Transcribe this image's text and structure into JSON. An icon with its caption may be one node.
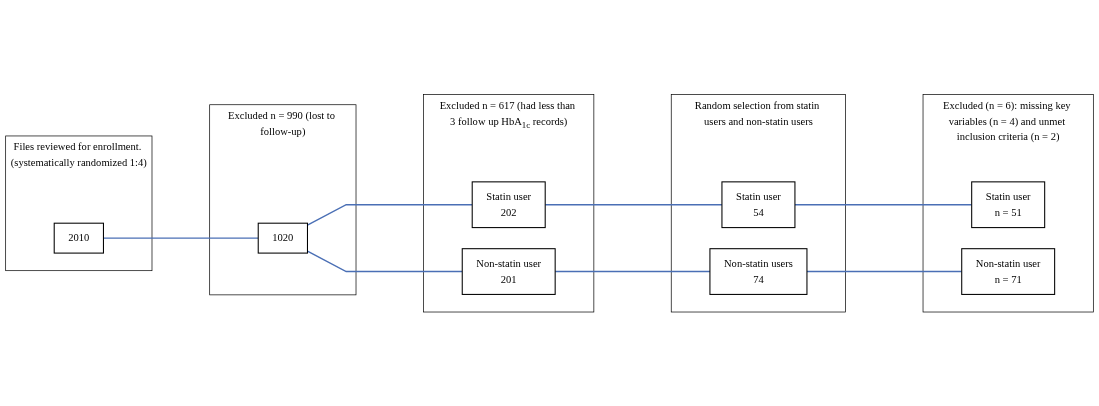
{
  "diagram": {
    "nodes": [
      {
        "text": [
          "Files reviewed for enrollment. (systematically randomized 1:4)"
        ]
      },
      {
        "text": [
          "2010"
        ],
        "in": 0
      },
      {
        "text": [
          "Excluded n = 990 (lost to follow-up)"
        ]
      },
      {
        "text": [
          "1020"
        ],
        "in": 2
      },
      {
        "text": [
          "Excluded n = 617 (had less than 3 follow up HbA$_{1c}$ records)"
        ]
      },
      {
        "text": [
          "Statin user",
          "202"
        ],
        "in": 4
      },
      {
        "text": [
          "Non-statin user",
          "201"
        ],
        "in": 4
      },
      {
        "text": [
          "Random selection from statin users and non-statin users"
        ]
      },
      {
        "text": [
          "Statin user",
          "54"
        ],
        "in": 7
      },
      {
        "text": [
          "Non-statin users",
          "74"
        ],
        "in": 7
      },
      {
        "text": [
          "Excluded (n = 6): missing key variables (n = 4) and unmet inclusion criteria (n = 2)"
        ]
      },
      {
        "text": [
          "Statin user",
          "n = 51"
        ],
        "in": 10
      },
      {
        "text": [
          "Non-statin user",
          "n = 71"
        ],
        "in": 10
      }
    ],
    "edges": [
      {
        "from": 1,
        "to": 3,
        "arrow": "none",
        "color": "#4a6fb5"
      },
      {
        "from": 3,
        "to": 5,
        "arrow": "none",
        "color": "#4a6fb5"
      },
      {
        "from": 3,
        "to": 6,
        "arrow": "none",
        "color": "#4a6fb5"
      },
      {
        "from": 5,
        "to": 8,
        "arrow": "none",
        "color": "#4a6fb5"
      },
      {
        "from": 6,
        "to": 9,
        "arrow": "none",
        "color": "#4a6fb5"
      },
      {
        "from": 8,
        "to": 11,
        "arrow": "none",
        "color": "#4a6fb5"
      },
      {
        "from": 9,
        "to": 12,
        "arrow": "none",
        "color": "#4a6fb5"
      }
    ]
  }
}
